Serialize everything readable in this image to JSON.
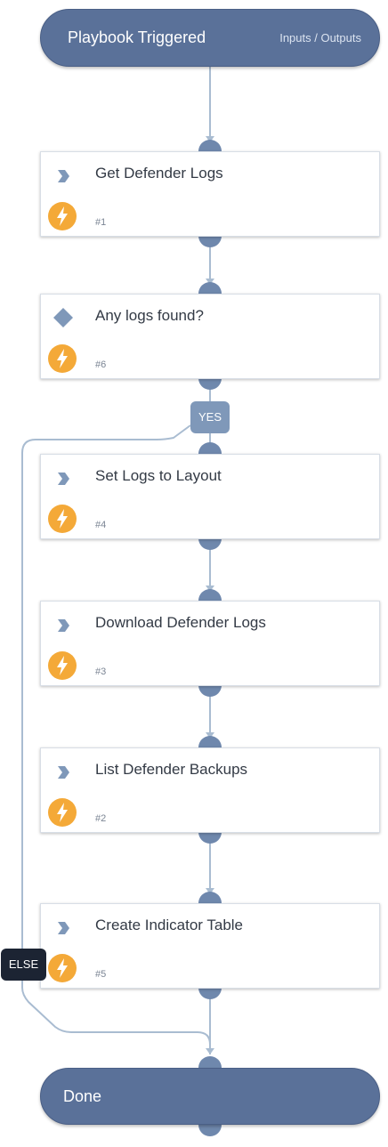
{
  "start": {
    "title": "Playbook Triggered",
    "io_link": "Inputs / Outputs"
  },
  "tasks": [
    {
      "name": "Get Defender Logs",
      "id": "#1",
      "type": "action",
      "type_icon": "chevron-right-icon",
      "auto_icon": "lightning-icon"
    },
    {
      "name": "Any logs found?",
      "id": "#6",
      "type": "condition",
      "type_icon": "diamond-icon",
      "auto_icon": "lightning-icon"
    },
    {
      "name": "Set Logs to Layout",
      "id": "#4",
      "type": "action",
      "type_icon": "chevron-right-icon",
      "auto_icon": "lightning-icon"
    },
    {
      "name": "Download Defender Logs",
      "id": "#3",
      "type": "action",
      "type_icon": "chevron-right-icon",
      "auto_icon": "lightning-icon"
    },
    {
      "name": "List Defender Backups",
      "id": "#2",
      "type": "action",
      "type_icon": "chevron-right-icon",
      "auto_icon": "lightning-icon"
    },
    {
      "name": "Create Indicator Table",
      "id": "#5",
      "type": "action",
      "type_icon": "chevron-right-icon",
      "auto_icon": "lightning-icon"
    }
  ],
  "branches": {
    "yes": "YES",
    "else": "ELSE"
  },
  "end": {
    "title": "Done"
  },
  "colors": {
    "node": "#5a7199",
    "connector": "#a9bcd1",
    "port": "#6f88ad",
    "automation": "#f4a938",
    "type_icon": "#7f98b9"
  }
}
